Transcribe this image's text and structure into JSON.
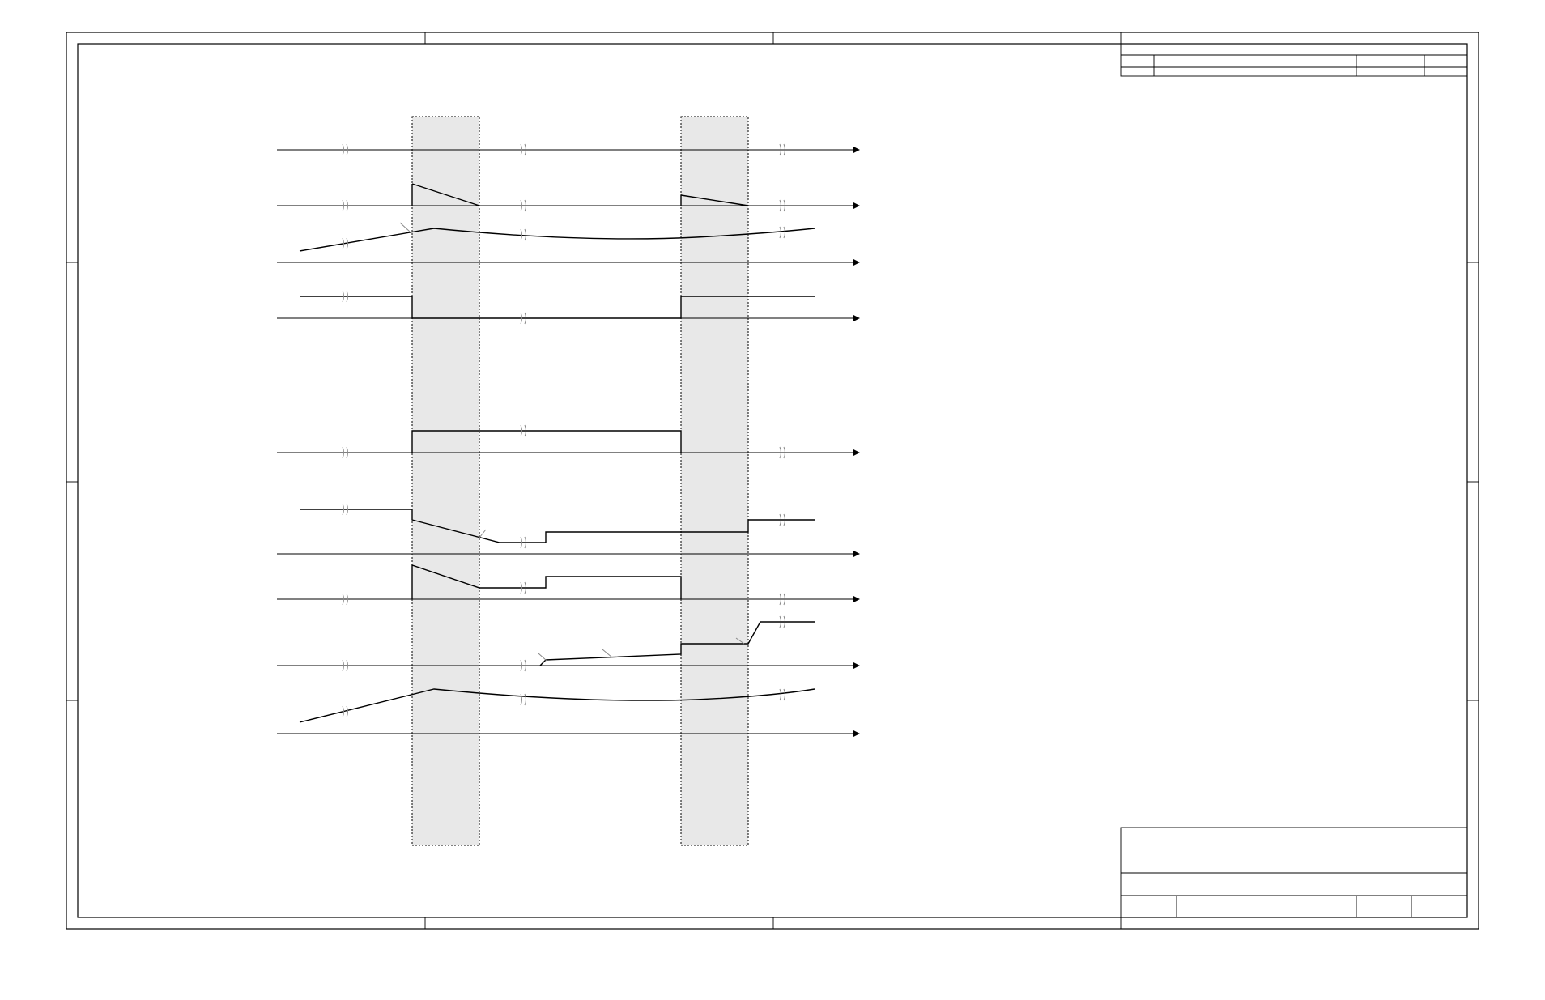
{
  "drawing": {
    "title_block_top": {
      "rows": 3,
      "cells": [
        "",
        "",
        "",
        ""
      ]
    },
    "title_block_bottom": {
      "cells": [
        "",
        "",
        "",
        ""
      ]
    }
  },
  "diagram": {
    "type": "timing-diagram",
    "shaded_intervals": 2,
    "traces": 10,
    "axes": 10
  }
}
